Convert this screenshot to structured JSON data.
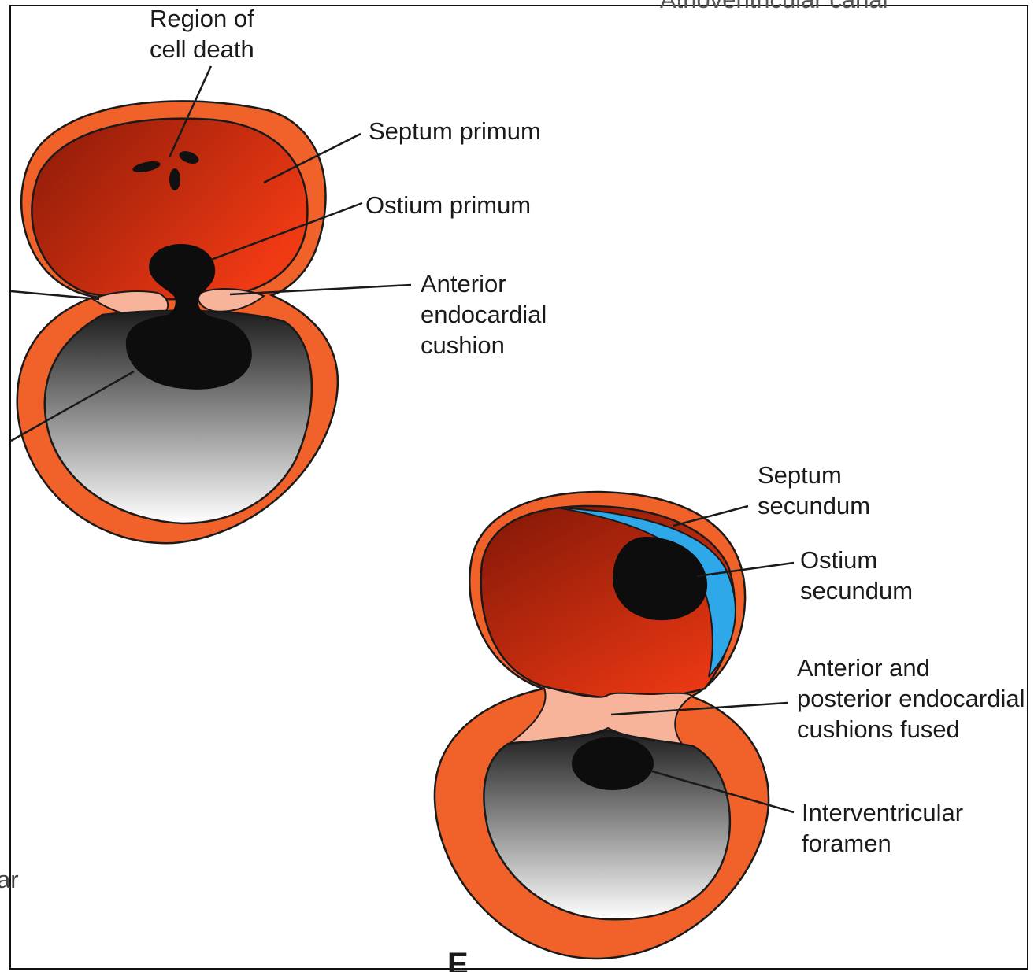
{
  "colors": {
    "outer_wall": "#f0622a",
    "outline": "#1a1a1a",
    "atrium_dark": "#8a1a08",
    "atrium_bright": "#f03a14",
    "ventricle_dark": "#1c1c1c",
    "ventricle_light": "#ffffff",
    "cushion": "#f8b49a",
    "septum_secundum": "#2ea8e8",
    "opening": "#0d0d0d"
  },
  "top_partial_text": "Atrioventricular canal",
  "left_partial_text": "ar",
  "bottom_partial_text": "E",
  "labels": {
    "region_cell_death": [
      "Region of",
      "cell death"
    ],
    "septum_primum": [
      "Septum primum"
    ],
    "ostium_primum": [
      "Ostium primum"
    ],
    "anterior_cushion": [
      "Anterior",
      "endocardial",
      "cushion"
    ],
    "septum_secundum": [
      "Septum",
      "secundum"
    ],
    "ostium_secundum": [
      "Ostium",
      "secundum"
    ],
    "cushions_fused": [
      "Anterior and",
      "posterior endocardial",
      "cushions fused"
    ],
    "interventricular_foramen": [
      "Interventricular",
      "foramen"
    ]
  }
}
